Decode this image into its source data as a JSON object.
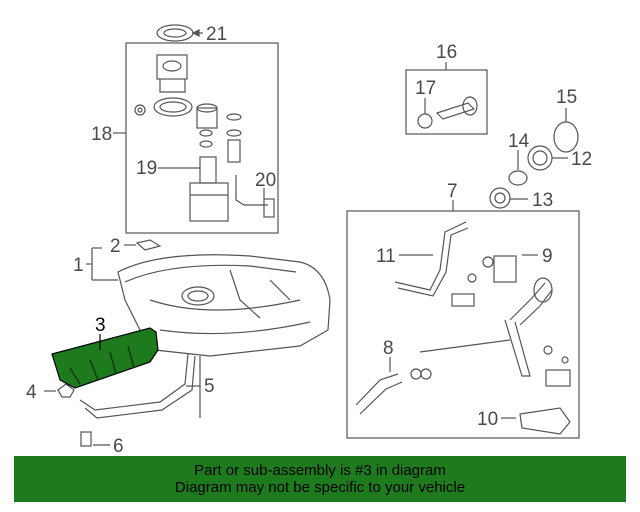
{
  "callouts": {
    "c1": "1",
    "c2": "2",
    "c3": "3",
    "c4": "4",
    "c5": "5",
    "c6": "6",
    "c7": "7",
    "c8": "8",
    "c9": "9",
    "c10": "10",
    "c11": "11",
    "c12": "12",
    "c13": "13",
    "c14": "14",
    "c15": "15",
    "c16": "16",
    "c17": "17",
    "c18": "18",
    "c19": "19",
    "c20": "20",
    "c21": "21"
  },
  "highlight": {
    "part_number": "3",
    "color": "#1d7a1d"
  },
  "banner": {
    "line1": "Part or sub-assembly is #3 in diagram",
    "line2": "Diagram may not be specific to your vehicle"
  }
}
